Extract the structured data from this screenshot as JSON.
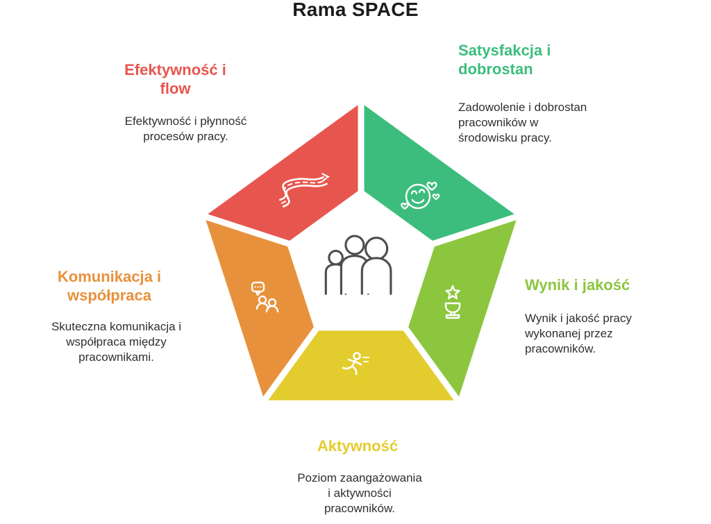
{
  "title": "Rama SPACE",
  "colors": {
    "title_text": "#1b1b1b",
    "body_text": "#2f2f2f",
    "center_icon": "#4d4d4d",
    "icon_stroke": "#ffffff"
  },
  "segments": {
    "efektywnosc": {
      "heading": "Efektywność i flow",
      "description": "Efektywność i płynność procesów pracy.",
      "color": "#e7564e",
      "icon": "winding-road-icon"
    },
    "satysfakcja": {
      "heading": "Satysfakcja i dobrostan",
      "description": "Zadowolenie i dobrostan pracowników w środowisku pracy.",
      "color": "#3cbd7d",
      "icon": "smiley-hearts-icon"
    },
    "wynik": {
      "heading": "Wynik i jakość",
      "description": "Wynik i jakość pracy wykonanej przez pracowników.",
      "color": "#8cc63f",
      "icon": "trophy-star-icon"
    },
    "aktywnosc": {
      "heading": "Aktywność",
      "description": "Poziom zaangażowania i aktywności pracowników.",
      "color": "#e3cd2e",
      "icon": "running-person-icon"
    },
    "komunikacja": {
      "heading": "Komunikacja i współpraca",
      "description": "Skuteczna komunikacja i współpraca między pracownikami.",
      "color": "#e8913c",
      "icon": "people-chat-icon"
    }
  },
  "center": {
    "icon": "people-group-icon"
  }
}
